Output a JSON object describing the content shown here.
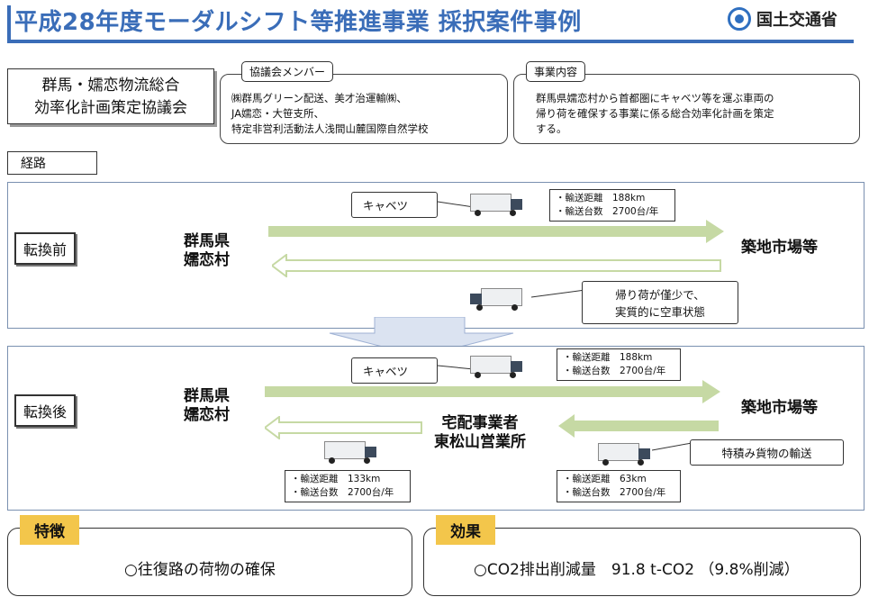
{
  "header": {
    "title": "平成28年度モーダルシフト等推進事業 採択案件事例",
    "logo_text": "国土交通省"
  },
  "org": {
    "name_line1": "群馬・嬬恋物流総合",
    "name_line2": "効率化計画策定協議会"
  },
  "members": {
    "tag": "協議会メンバー",
    "lines": [
      "㈱群馬グリーン配送、美才治運輸㈱、",
      "JA嬬恋・大笹支所、",
      "特定非営利活動法人浅間山麓国際自然学校"
    ]
  },
  "business": {
    "tag": "事業内容",
    "lines": [
      "群馬県嬬恋村から首都圏にキャベツ等を運ぶ車両の",
      "帰り荷を確保する事業に係る総合効率化計画を策定",
      "する。"
    ]
  },
  "route_label": "経路",
  "before": {
    "label": "転換前",
    "origin_line1": "群馬県",
    "origin_line2": "嬬恋村",
    "destination": "築地市場等",
    "cargo": "キャベツ",
    "info_line1": "・輸送距離　188km",
    "info_line2": "・輸送台数　2700台/年",
    "note_line1": "帰り荷が僅少で、",
    "note_line2": "実質的に空車状態"
  },
  "after": {
    "label": "転換後",
    "origin_line1": "群馬県",
    "origin_line2": "嬬恋村",
    "destination": "築地市場等",
    "cargo": "キャベツ",
    "info_line1": "・輸送距離　188km",
    "info_line2": "・輸送台数　2700台/年",
    "hub_line1": "宅配事業者",
    "hub_line2": "東松山営業所",
    "return_info_line1": "・輸送距離　133km",
    "return_info_line2": "・輸送台数　2700台/年",
    "mid_info_line1": "・輸送距離　63km",
    "mid_info_line2": "・輸送台数　2700台/年",
    "note": "特積み貨物の輸送"
  },
  "feature": {
    "tag": "特徴",
    "text": "○往復路の荷物の確保"
  },
  "effect": {
    "tag": "効果",
    "text": "○CO2排出削減量　91.8 t-CO2 （9.8%削減）"
  },
  "colors": {
    "title_blue": "#3a6db8",
    "arrow_green": "#c6d9a4",
    "tag_yellow": "#f3c64b"
  }
}
